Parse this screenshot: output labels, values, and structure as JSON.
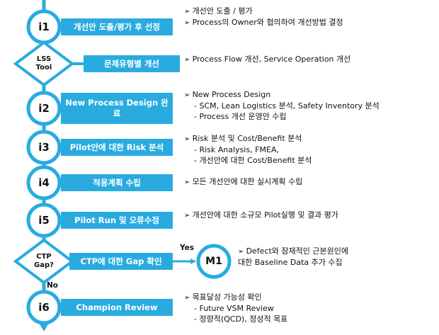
{
  "colors": {
    "flow": "#29abe0",
    "node_stroke": "#29abe0",
    "text": "#111111"
  },
  "steps": [
    {
      "id": "i1",
      "shape": "circle",
      "box": "개선안 도출/평가 후 선정",
      "desc": [
        "개선안 도출 / 평가",
        "Process의 Owner와 협의하여 개선방법 결정"
      ],
      "desc_sub": []
    },
    {
      "id": "LSS Tool",
      "shape": "diamond",
      "box": "문제유형별 개선",
      "desc": [
        "Process Flow 개선, Service Operation 개선"
      ],
      "desc_sub": []
    },
    {
      "id": "i2",
      "shape": "circle",
      "box": "New Process Design 완료",
      "desc": [
        "New Process Design"
      ],
      "desc_sub": [
        "- SCM, Lean Logistics 분석, Safety Inventory 분석",
        "- Process 개선 운영안 수립"
      ]
    },
    {
      "id": "i3",
      "shape": "circle",
      "box": "Pilot안에 대한 Risk 분석",
      "desc": [
        "Risk 분석 및 Cost/Benefit 분석"
      ],
      "desc_sub": [
        "- Risk Analysis, FMEA,",
        "- 개선안에 대한 Cost/Benefit 분석"
      ]
    },
    {
      "id": "i4",
      "shape": "circle",
      "box": "적용계획 수립",
      "desc": [
        "모든 개선안에 대한 실시계획 수립"
      ],
      "desc_sub": []
    },
    {
      "id": "i5",
      "shape": "circle",
      "box": "Pilot Run 및 오류수정",
      "desc": [
        "개선안에 대한 소규모 Pilot실행 및 결과 평가"
      ],
      "desc_sub": []
    },
    {
      "id": "CTP Gap?",
      "shape": "diamond",
      "box": "CTP에 대한 Gap 확인",
      "desc": [],
      "desc_sub": []
    },
    {
      "id": "i6",
      "shape": "circle",
      "box": "Champion Review",
      "desc": [
        "목표달성 가능성 확인"
      ],
      "desc_sub": [
        "- Future VSM Review",
        "- 정량적(QCD), 정성적 목표"
      ]
    }
  ],
  "m1": {
    "label": "M1",
    "desc": [
      "Defect와 잠재적인 근본원인에",
      "대한 Baseline Data 추가 수집"
    ]
  },
  "branch": {
    "yes": "Yes",
    "no": "No"
  }
}
